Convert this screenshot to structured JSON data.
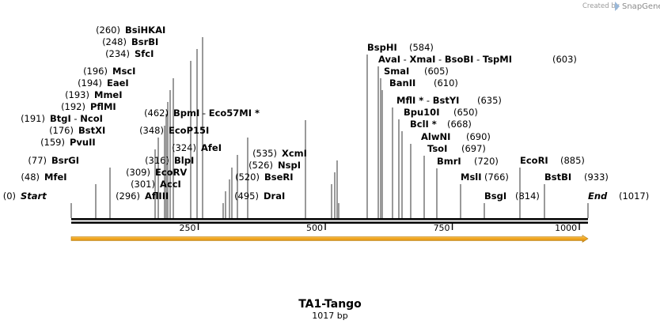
{
  "credit": {
    "prefix": "Created by",
    "brand": "SnapGene"
  },
  "sequence": {
    "name": "TA1-Tango",
    "length_label": "1017 bp",
    "length": 1017
  },
  "axis_ticks": [
    "250",
    "500",
    "750",
    "1000"
  ],
  "feature": {
    "start": 0,
    "end": 1017,
    "color": "#f2a51d"
  },
  "sites": [
    {
      "pos": "(260)",
      "segs": [
        {
          "t": "BsiHKAI"
        }
      ]
    },
    {
      "pos": "(248)",
      "segs": [
        {
          "t": "BsrBI"
        }
      ]
    },
    {
      "pos": "(234)",
      "segs": [
        {
          "t": "SfcI"
        }
      ]
    },
    {
      "pos": "(196)",
      "segs": [
        {
          "t": "MscI"
        }
      ]
    },
    {
      "pos": "(194)",
      "segs": [
        {
          "t": "EaeI"
        }
      ]
    },
    {
      "pos": "(193)",
      "segs": [
        {
          "t": "MmeI"
        }
      ]
    },
    {
      "pos": "(192)",
      "segs": [
        {
          "t": "PflMI"
        }
      ]
    },
    {
      "pos": "(191)",
      "segs": [
        {
          "t": "BtgI"
        },
        {
          "t": " - ",
          "n": 1
        },
        {
          "t": "NcoI"
        }
      ]
    },
    {
      "pos": "(176)",
      "segs": [
        {
          "t": "BstXI"
        }
      ]
    },
    {
      "pos": "(159)",
      "segs": [
        {
          "t": "PvuII"
        }
      ]
    },
    {
      "pos": "(77)",
      "segs": [
        {
          "t": "BsrGI"
        }
      ]
    },
    {
      "pos": "(48)",
      "segs": [
        {
          "t": "MfeI"
        }
      ]
    },
    {
      "pos": "(0)",
      "segs": [
        {
          "t": "Start",
          "i": 1
        }
      ]
    },
    {
      "pos": "(462)",
      "segs": [
        {
          "t": "BpmI"
        },
        {
          "t": " - ",
          "n": 1
        },
        {
          "t": "Eco57MI *"
        }
      ]
    },
    {
      "pos": "(348)",
      "segs": [
        {
          "t": "EcoP15I"
        }
      ]
    },
    {
      "pos": "(324)",
      "segs": [
        {
          "t": "AfeI"
        }
      ]
    },
    {
      "pos": "(316)",
      "segs": [
        {
          "t": "BlpI"
        }
      ]
    },
    {
      "pos": "(309)",
      "segs": [
        {
          "t": "EcoRV"
        }
      ]
    },
    {
      "pos": "(301)",
      "segs": [
        {
          "t": "AccI"
        }
      ]
    },
    {
      "pos": "(296)",
      "segs": [
        {
          "t": "AflIII"
        }
      ]
    },
    {
      "pos": "(535)",
      "segs": [
        {
          "t": "XcmI"
        }
      ]
    },
    {
      "pos": "(526)",
      "segs": [
        {
          "t": "NspI"
        }
      ]
    },
    {
      "pos": "(520)",
      "segs": [
        {
          "t": "BseRI"
        }
      ]
    },
    {
      "pos": "(495)",
      "segs": [
        {
          "t": "DraI"
        }
      ]
    },
    {
      "pos": "(584)",
      "segs": [
        {
          "t": "BspHI"
        }
      ]
    },
    {
      "pos": "(603)",
      "segs": [
        {
          "t": "AvaI"
        },
        {
          "t": " - ",
          "n": 1
        },
        {
          "t": "XmaI"
        },
        {
          "t": " - ",
          "n": 1
        },
        {
          "t": "BsoBI"
        },
        {
          "t": " - ",
          "n": 1
        },
        {
          "t": "TspMI"
        }
      ]
    },
    {
      "pos": "(605)",
      "segs": [
        {
          "t": "SmaI"
        }
      ]
    },
    {
      "pos": "(610)",
      "segs": [
        {
          "t": "BanII"
        }
      ]
    },
    {
      "pos": "(635)",
      "segs": [
        {
          "t": "MflI *"
        },
        {
          "t": " - ",
          "n": 1
        },
        {
          "t": "BstYI"
        }
      ]
    },
    {
      "pos": "(650)",
      "segs": [
        {
          "t": "Bpu10I"
        }
      ]
    },
    {
      "pos": "(668)",
      "segs": [
        {
          "t": "BclI *"
        }
      ]
    },
    {
      "pos": "(690)",
      "segs": [
        {
          "t": "AlwNI"
        }
      ]
    },
    {
      "pos": "(697)",
      "segs": [
        {
          "t": "TsoI"
        }
      ]
    },
    {
      "pos": "(720)",
      "segs": [
        {
          "t": "BmrI"
        }
      ]
    },
    {
      "pos": "(766)",
      "segs": [
        {
          "t": "MslI"
        }
      ]
    },
    {
      "pos": "(814)",
      "segs": [
        {
          "t": "BsgI"
        }
      ]
    },
    {
      "pos": "(885)",
      "segs": [
        {
          "t": "EcoRI"
        }
      ]
    },
    {
      "pos": "(933)",
      "segs": [
        {
          "t": "BstBI"
        }
      ]
    },
    {
      "pos": "(1017)",
      "segs": [
        {
          "t": "End",
          "i": 1
        }
      ]
    }
  ]
}
